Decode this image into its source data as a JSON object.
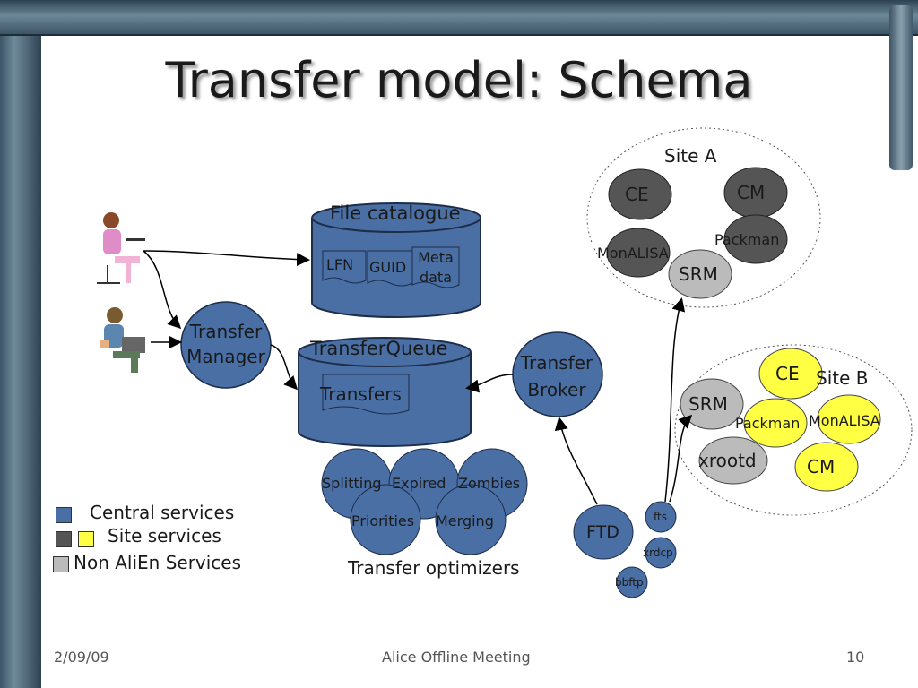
{
  "title": "Transfer model: Schema",
  "file_catalogue": {
    "title": "File catalogue",
    "docs": [
      "LFN",
      "GUID",
      "Meta data"
    ]
  },
  "transfer_queue": {
    "title": "TransferQueue",
    "doc": "Transfers"
  },
  "transfer_manager": "Transfer Manager",
  "transfer_broker": "Transfer Broker",
  "site_a": {
    "title": "Site A",
    "ce": "CE",
    "cm": "CM",
    "packman": "Packman",
    "monalisa": "MonALISA",
    "srm": "SRM"
  },
  "site_b": {
    "title": "Site B",
    "ce": "CE",
    "cm": "CM",
    "packman": "Packman",
    "monalisa": "MonALISA",
    "srm": "SRM",
    "xrootd": "xrootd"
  },
  "optimizers": {
    "items": [
      "Splitting",
      "Expired",
      "Zombies",
      "Priorities",
      "Merging"
    ],
    "caption": "Transfer optimizers"
  },
  "ftd": {
    "label": "FTD",
    "protocols": [
      "fts",
      "xrdcp",
      "bbftp"
    ]
  },
  "legend": {
    "central": "Central services",
    "site": "Site services",
    "non_alien": "Non AliEn Services"
  },
  "colors": {
    "central": "#4a6fa5",
    "site_dark": "#555555",
    "site_yellow": "#ffff44",
    "non_alien": "#bbbbbb"
  },
  "footer": {
    "date": "2/09/09",
    "event": "Alice Offline Meeting",
    "page": "10"
  }
}
